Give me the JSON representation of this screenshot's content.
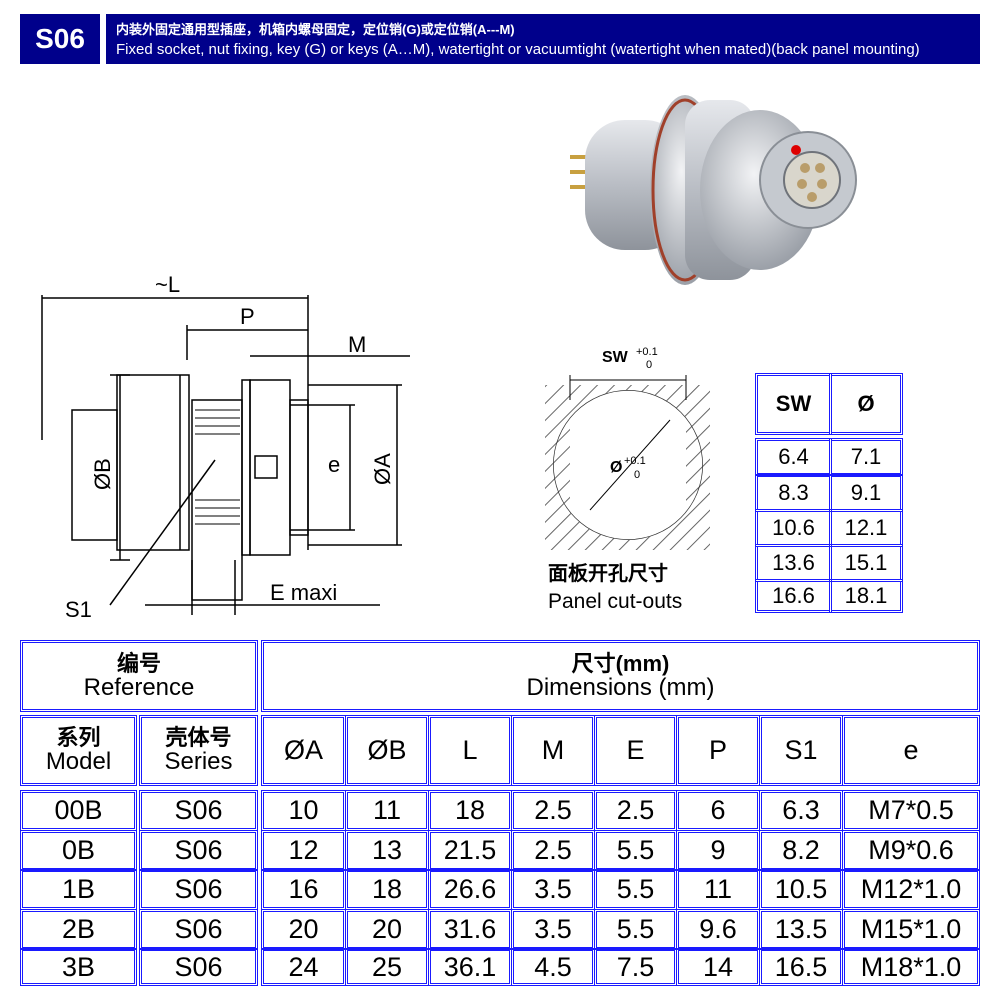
{
  "header": {
    "code": "S06",
    "title_cn": "内装外固定通用型插座，机箱内螺母固定，定位销(G)或定位销(A---M)",
    "title_en": "Fixed socket, nut fixing, key (G) or keys (A…M), watertight or vacuumtight (watertight when mated)(back panel mounting)"
  },
  "drawing": {
    "L": "~L",
    "P": "P",
    "M": "M",
    "B": "ØB",
    "e": "e",
    "A": "ØA",
    "S1": "S1",
    "E": "E maxi"
  },
  "cutout": {
    "sw": "SW",
    "sw_tol_plus": "+0.1",
    "sw_tol_zero": "0",
    "dia": "Ø",
    "dia_tol_plus": "+0.1",
    "dia_tol_zero": "0",
    "label_cn": "面板开孔尺寸",
    "label_en": "Panel cut-outs"
  },
  "sw_table": {
    "headers": [
      "SW",
      "Ø"
    ],
    "rows": [
      [
        "6.4",
        "7.1"
      ],
      [
        "8.3",
        "9.1"
      ],
      [
        "10.6",
        "12.1"
      ],
      [
        "13.6",
        "15.1"
      ],
      [
        "16.6",
        "18.1"
      ]
    ]
  },
  "table": {
    "ref_cn": "编号",
    "ref_en": "Reference",
    "dim_cn": "尺寸(mm)",
    "dim_en": "Dimensions (mm)",
    "model_cn": "系列",
    "model_en": "Model",
    "series_cn": "壳体号",
    "series_en": "Series",
    "columns": [
      "ØA",
      "ØB",
      "L",
      "M",
      "E",
      "P",
      "S1",
      "e"
    ],
    "rows": [
      [
        "00B",
        "S06",
        "10",
        "11",
        "18",
        "2.5",
        "2.5",
        "6",
        "6.3",
        "M7*0.5"
      ],
      [
        "0B",
        "S06",
        "12",
        "13",
        "21.5",
        "2.5",
        "5.5",
        "9",
        "8.2",
        "M9*0.6"
      ],
      [
        "1B",
        "S06",
        "16",
        "18",
        "26.6",
        "3.5",
        "5.5",
        "11",
        "10.5",
        "M12*1.0"
      ],
      [
        "2B",
        "S06",
        "20",
        "20",
        "31.6",
        "3.5",
        "5.5",
        "9.6",
        "13.5",
        "M15*1.0"
      ],
      [
        "3B",
        "S06",
        "24",
        "25",
        "36.1",
        "4.5",
        "7.5",
        "14",
        "16.5",
        "M18*1.0"
      ]
    ]
  }
}
